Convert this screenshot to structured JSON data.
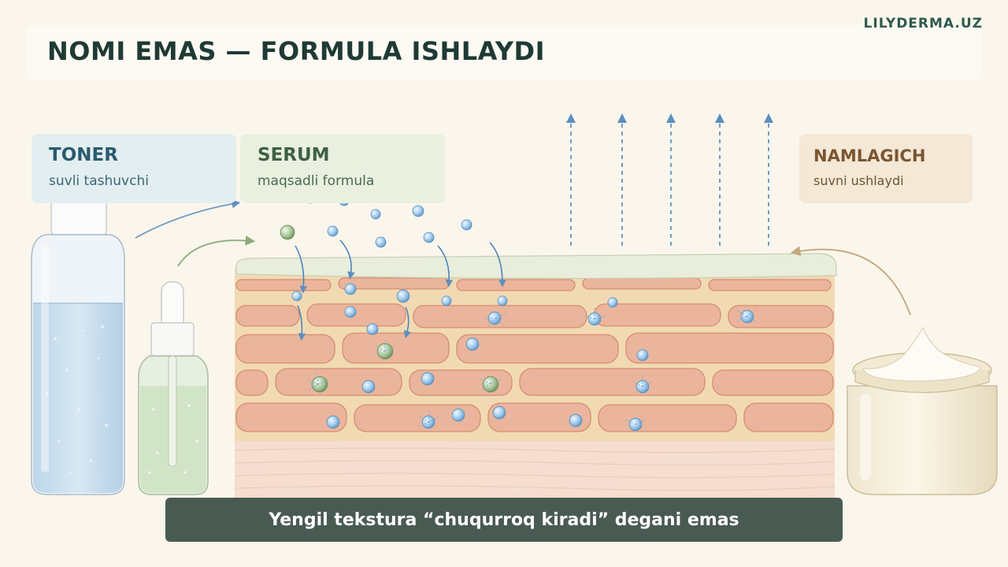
{
  "brand": "LILYDERMA.UZ",
  "title": "NOMI EMAS — FORMULA ISHLAYDI",
  "cards": {
    "toner": {
      "heading": "TONER",
      "sub": "suvli tashuvchi"
    },
    "serum": {
      "heading": "SERUM",
      "sub": "maqsadli formula"
    },
    "moisturizer": {
      "heading": "NAMLAGICH",
      "sub": "suvni ushlaydi"
    }
  },
  "caption": "Yengil tekstura “chuqurroq kiradi” degani emas",
  "icons": [
    "toner-bottle-icon",
    "serum-dropper-bottle-icon",
    "cream-jar-icon",
    "evaporation-arrow-icon"
  ],
  "colors": {
    "background": "#fbf6ec",
    "title": "#1f3a35",
    "toner_card": "#e3eef0",
    "serum_card": "#e9f0e0",
    "moisturizer_card": "#f4e8d6",
    "caption_bg": "#495a52",
    "skin_cell": "#eab59c",
    "water_drop": "#9cc9ec",
    "serum_drop": "#a9c79a",
    "arrow_blue": "#6f9cc4"
  }
}
